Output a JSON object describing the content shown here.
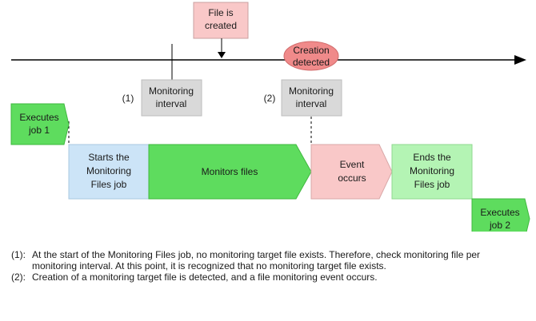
{
  "diagram": {
    "file_created": [
      "File is",
      "created"
    ],
    "creation_detected": [
      "Creation",
      "detected"
    ],
    "marker_1": "(1)",
    "marker_2": "(2)",
    "monitoring_interval_1": [
      "Monitoring",
      "interval"
    ],
    "monitoring_interval_2": [
      "Monitoring",
      "interval"
    ],
    "executes_job_1": [
      "Executes",
      "job 1"
    ],
    "executes_job_2": [
      "Executes",
      "job 2"
    ],
    "starts_job": [
      "Starts the",
      "Monitoring",
      "Files job"
    ],
    "monitors_files": "Monitors files",
    "event_occurs": [
      "Event",
      "occurs"
    ],
    "ends_job": [
      "Ends the",
      "Monitoring",
      "Files job"
    ]
  },
  "notes": [
    {
      "label": "(1):",
      "text": "At the start of the Monitoring Files job, no monitoring target file exists. Therefore, check monitoring file per monitoring interval. At this point, it is recognized that no monitoring target file exists."
    },
    {
      "label": "(2):",
      "text": "Creation of a monitoring target file is detected, and a file monitoring event occurs."
    }
  ],
  "colors": {
    "pink_fill": "#f9c8c8",
    "red_ellipse": "#f08a8a",
    "gray_fill": "#d9d9d9",
    "green_fill": "#5edc5e",
    "light_green_fill": "#b4f4b4",
    "light_blue_fill": "#cce4f7"
  }
}
